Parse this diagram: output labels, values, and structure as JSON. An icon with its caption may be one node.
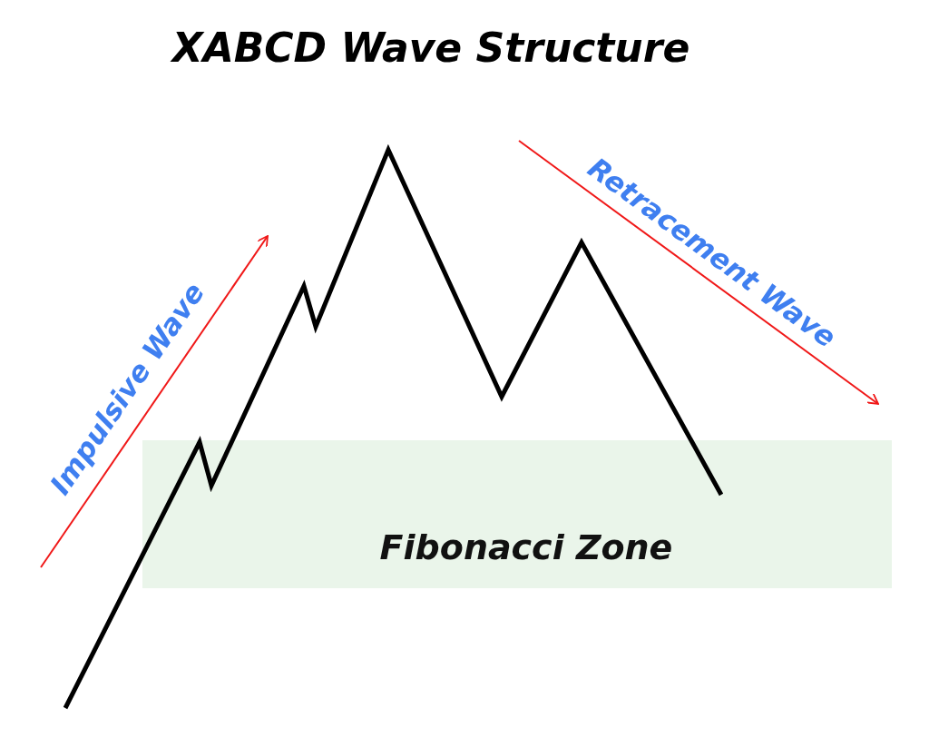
{
  "diagram": {
    "title": "XABCD Wave Structure",
    "nodes": [
      {
        "text": [
          "Fibonacci Zone"
        ]
      }
    ],
    "labels": [
      "Impulsive Wave",
      "Retracement Wave"
    ]
  }
}
